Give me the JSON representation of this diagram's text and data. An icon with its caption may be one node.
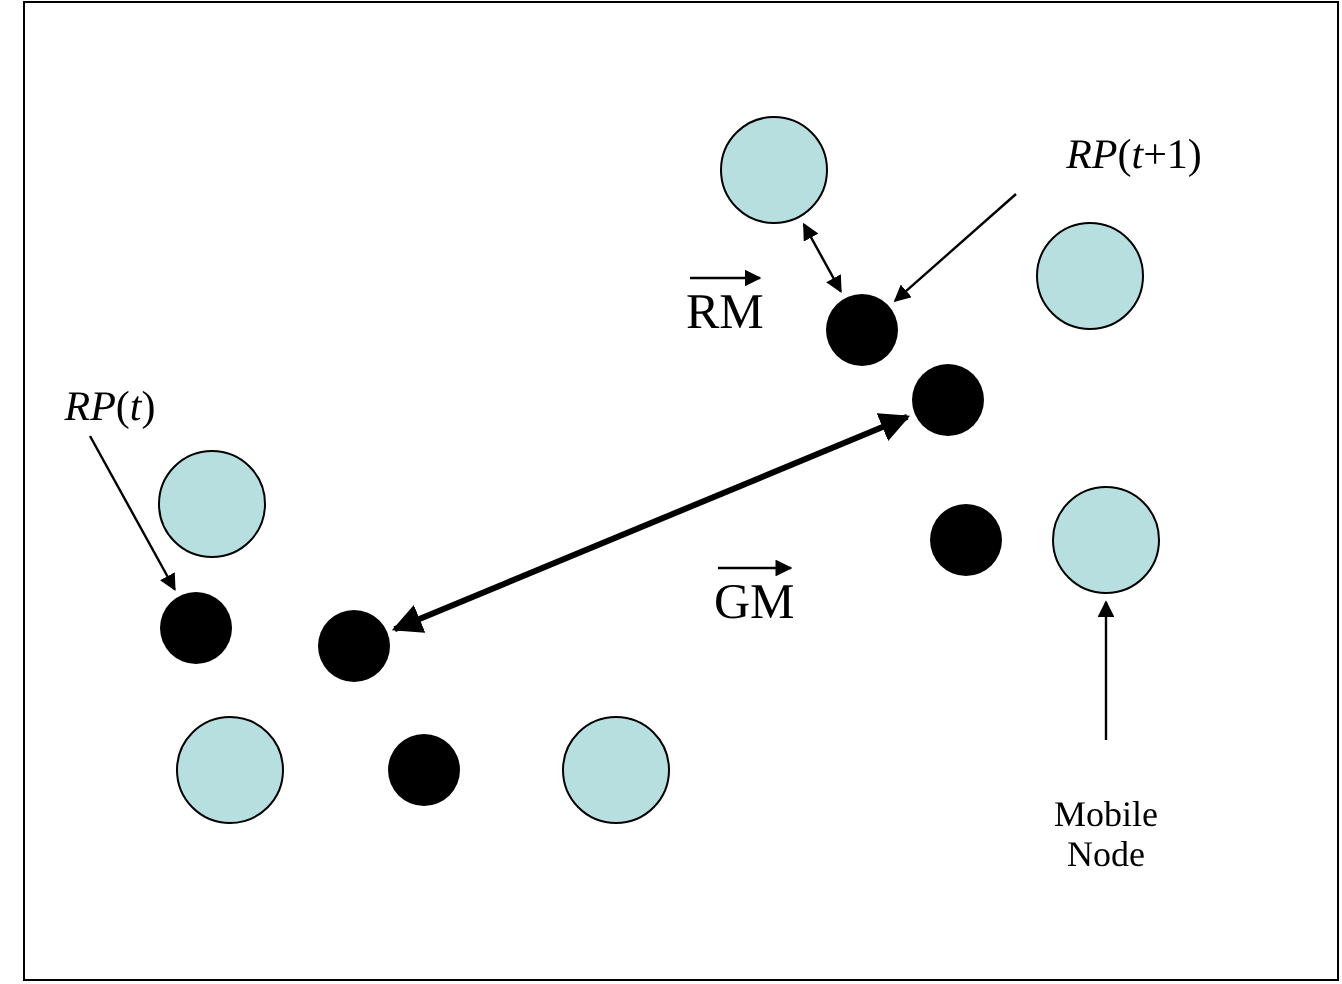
{
  "diagram": {
    "nodes": [
      {
        "text": [],
        "shape": "circle"
      },
      {
        "text": [
          "*RP*(*t*+1)"
        ]
      },
      {
        "text": [],
        "shape": "circle"
      },
      {
        "text": [],
        "shape": "circle"
      },
      {
        "text": [],
        "shape": "circle"
      },
      {
        "text": [
          "*RP*(*t*)"
        ]
      },
      {
        "text": [],
        "shape": "circle"
      },
      {
        "text": [],
        "shape": "circle"
      },
      {
        "text": [],
        "shape": "circle"
      },
      {
        "text": [],
        "shape": "circle"
      },
      {
        "text": [],
        "shape": "circle"
      },
      {
        "text": [],
        "shape": "circle"
      },
      {
        "text": [],
        "shape": "circle"
      },
      {
        "text": [],
        "shape": "circle"
      },
      {
        "text": [
          "Mobile Node"
        ]
      }
    ],
    "edges": [
      {
        "from": 0,
        "to": 3,
        "arrow": "both"
      },
      {
        "from": 1,
        "to": 3,
        "arrow": "to"
      },
      {
        "from": 5,
        "to": 9,
        "arrow": "to"
      },
      {
        "from": 10,
        "to": 4,
        "arrow": "both",
        "style": "thick"
      },
      {
        "from": 14,
        "to": 7,
        "arrow": "to"
      }
    ],
    "labels": [
      "RM",
      "GM"
    ]
  }
}
